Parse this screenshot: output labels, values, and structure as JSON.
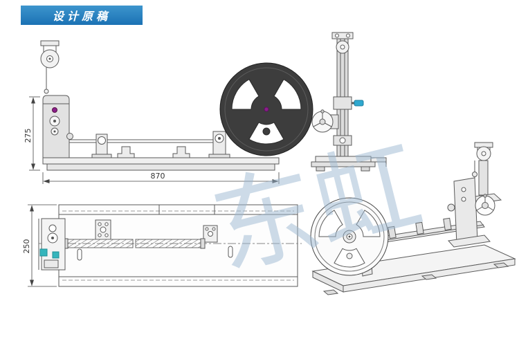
{
  "banner": {
    "title": "设计原稿"
  },
  "watermark": {
    "text": "东虹"
  },
  "dimensions": {
    "front_height": "275",
    "front_width": "870",
    "plan_height": "250"
  },
  "colors": {
    "banner_blue_top": "#3d95cd",
    "banner_blue_bottom": "#1b72b4",
    "reel_dark": "#3d3d3d",
    "knob_blue": "#2fa8cf",
    "roller_teal": "#35b5bc",
    "hub_purple": "#8b1f8b",
    "line_gray": "#5a5a5a",
    "watermark_blue": "#9db9d2"
  }
}
